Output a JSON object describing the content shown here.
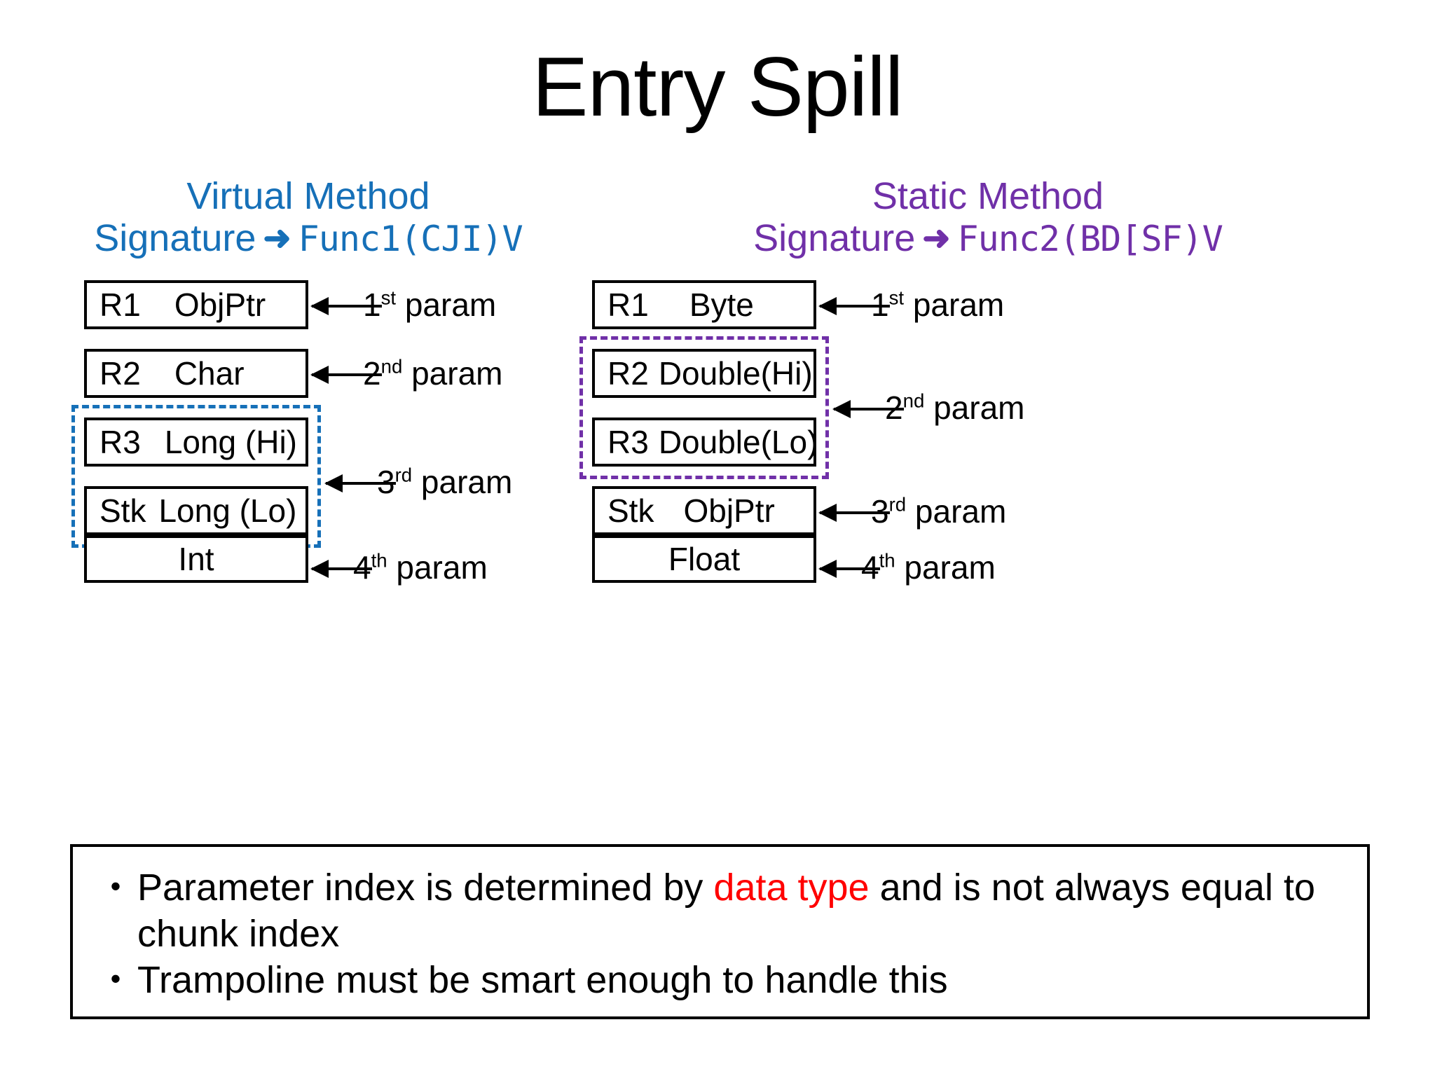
{
  "title": "Entry Spill",
  "colors": {
    "virtual": "#1670b8",
    "static": "#7030a8",
    "highlight": "#ff0000",
    "box_border": "#000000"
  },
  "columns": [
    {
      "id": "virtual",
      "method_label": "Virtual Method",
      "signature_label": "Signature",
      "signature_arrow": "➜",
      "signature_value": "Func1(CJI)V",
      "accent": "#1670b8",
      "chunks": [
        {
          "reg": "R1",
          "type": "ObjPtr"
        },
        {
          "reg": "R2",
          "type": "Char"
        },
        {
          "reg": "R3",
          "type": "Long (Hi)"
        },
        {
          "reg": "Stk",
          "type": "Long (Lo)"
        },
        {
          "reg": "",
          "type": "Int"
        }
      ],
      "params": [
        {
          "ordinal": "1",
          "suffix": "st",
          "label": "param"
        },
        {
          "ordinal": "2",
          "suffix": "nd",
          "label": "param"
        },
        {
          "ordinal": "3",
          "suffix": "rd",
          "label": "param"
        },
        {
          "ordinal": "4",
          "suffix": "th",
          "label": "param"
        }
      ]
    },
    {
      "id": "static",
      "method_label": "Static Method",
      "signature_label": "Signature",
      "signature_arrow": "➜",
      "signature_value": "Func2(BD[SF)V",
      "accent": "#7030a8",
      "chunks": [
        {
          "reg": "R1",
          "type": "Byte"
        },
        {
          "reg": "R2",
          "type": "Double(Hi)"
        },
        {
          "reg": "R3",
          "type": "Double(Lo)"
        },
        {
          "reg": "Stk",
          "type": "ObjPtr"
        },
        {
          "reg": "",
          "type": "Float"
        }
      ],
      "params": [
        {
          "ordinal": "1",
          "suffix": "st",
          "label": "param"
        },
        {
          "ordinal": "2",
          "suffix": "nd",
          "label": "param"
        },
        {
          "ordinal": "3",
          "suffix": "rd",
          "label": "param"
        },
        {
          "ordinal": "4",
          "suffix": "th",
          "label": "param"
        }
      ]
    }
  ],
  "notes": {
    "bullet_glyph": "•",
    "bullets": [
      {
        "before": "Parameter index is determined by ",
        "highlight": "data type",
        "after": " and is not always equal to chunk index"
      },
      {
        "before": "Trampoline must be smart enough to handle this",
        "highlight": "",
        "after": ""
      }
    ]
  }
}
